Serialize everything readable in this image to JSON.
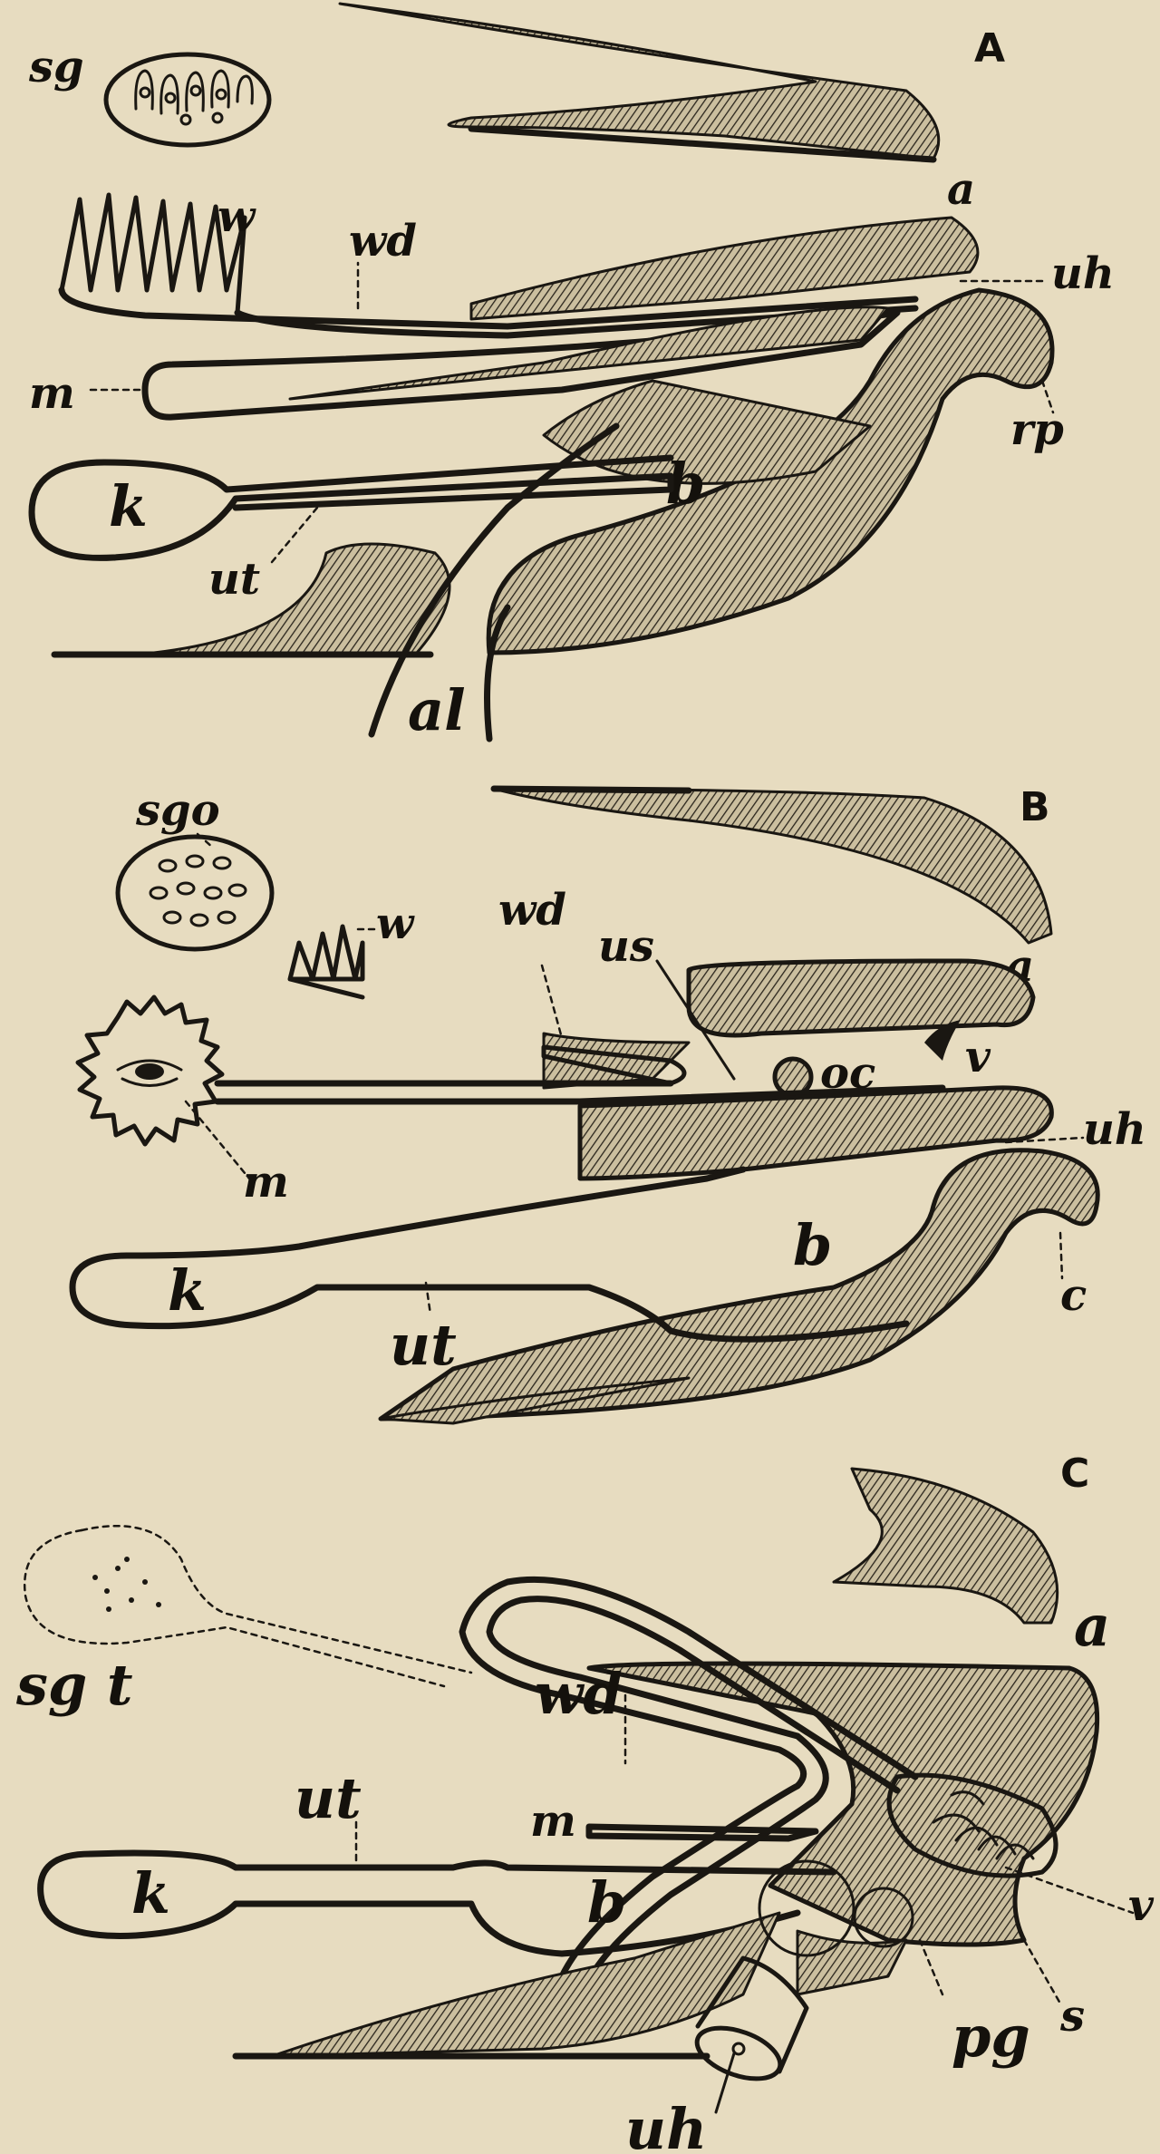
{
  "panels": [
    {
      "id": "A",
      "letter": "A",
      "labels": {
        "sg": "sg",
        "a": "a",
        "w": "w",
        "wd": "wd",
        "uh": "uh",
        "m": "m",
        "rp": "rp",
        "k": "k",
        "b": "b",
        "ut": "ut",
        "al": "al"
      }
    },
    {
      "id": "B",
      "letter": "B",
      "labels": {
        "sgo": "sgo",
        "w": "w",
        "a": "a",
        "wd": "wd",
        "us": "us",
        "oc": "oc",
        "v": "v",
        "uh": "uh",
        "m": "m",
        "b": "b",
        "c": "c",
        "k": "k",
        "ut": "ut"
      }
    },
    {
      "id": "C",
      "letter": "C",
      "labels": {
        "a": "a",
        "sgt": "sg t",
        "wd": "wd",
        "ut": "ut",
        "m": "m",
        "k": "k",
        "b": "b",
        "v": "v",
        "s": "s",
        "pg": "pg",
        "uh": "uh"
      }
    }
  ]
}
